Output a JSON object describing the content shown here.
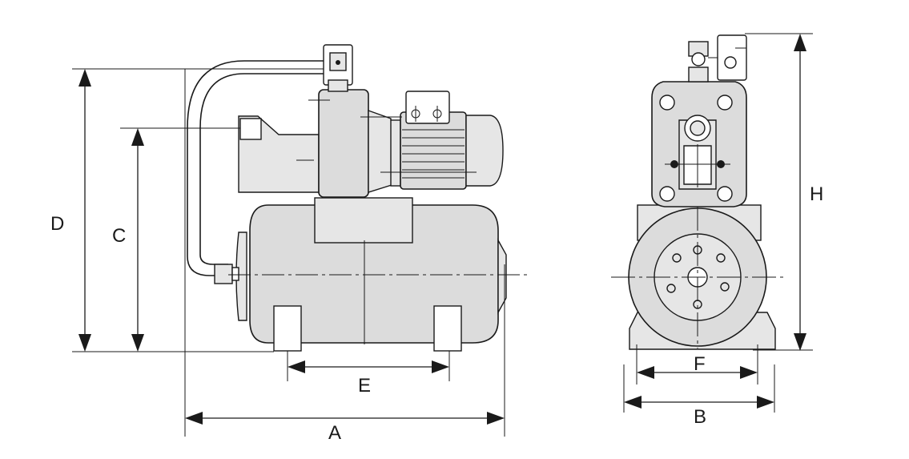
{
  "diagram": {
    "labels": {
      "A": "A",
      "B": "B",
      "C": "C",
      "D": "D",
      "E": "E",
      "F": "F",
      "H": "H"
    }
  }
}
